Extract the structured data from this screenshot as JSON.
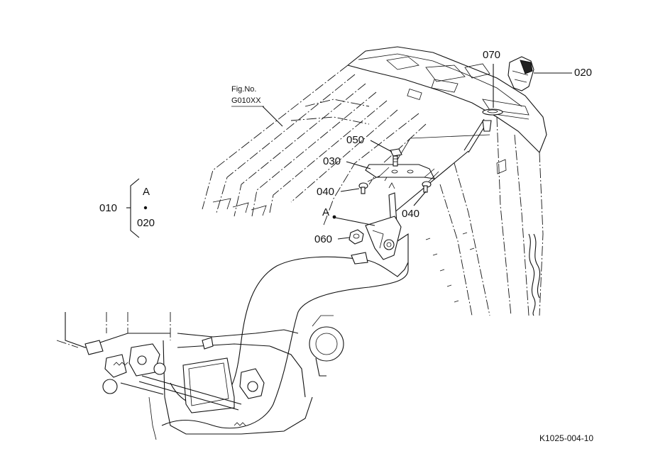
{
  "figure": {
    "fig_no_label": "Fig.No.",
    "fig_no_value": "G010XX",
    "drawing_code": "K1025-004-10"
  },
  "callouts": {
    "p070": "070",
    "p020_top": "020",
    "p050": "050",
    "p030": "030",
    "p040_left": "040",
    "p040_right": "040",
    "ref_a": "A",
    "p060": "060"
  },
  "group": {
    "parent": "010",
    "ref_a": "A",
    "child": "020"
  }
}
